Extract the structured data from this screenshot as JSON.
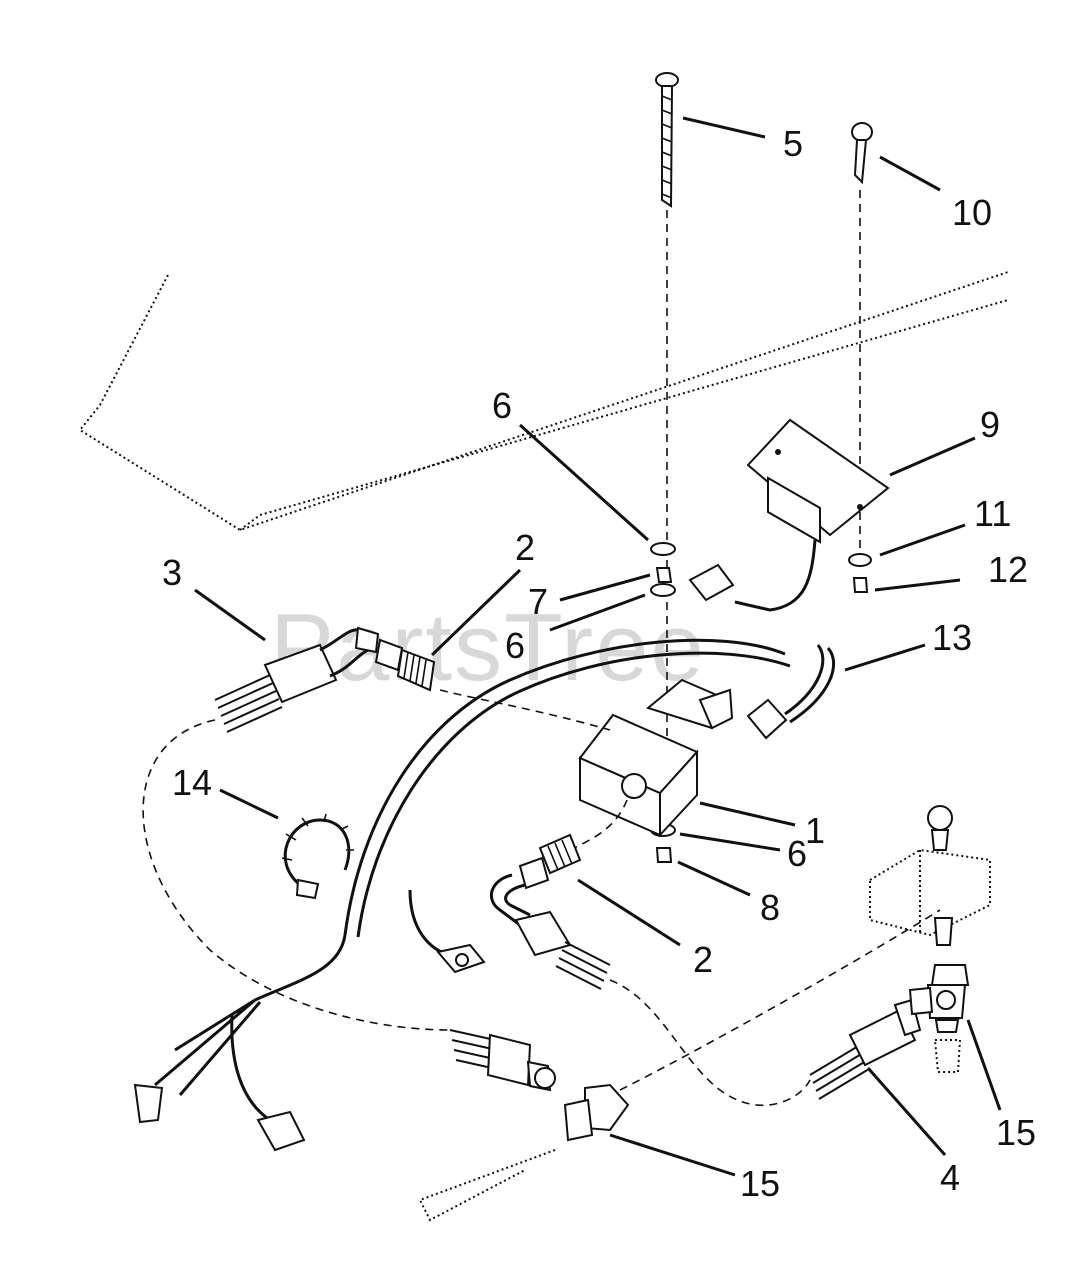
{
  "watermark": "PartsTree",
  "callouts": [
    {
      "id": "c5",
      "text": "5"
    },
    {
      "id": "c10",
      "text": "10"
    },
    {
      "id": "c9",
      "text": "9"
    },
    {
      "id": "c6a",
      "text": "6"
    },
    {
      "id": "c11",
      "text": "11"
    },
    {
      "id": "c12",
      "text": "12"
    },
    {
      "id": "c2a",
      "text": "2"
    },
    {
      "id": "c3",
      "text": "3"
    },
    {
      "id": "c7",
      "text": "7"
    },
    {
      "id": "c6b",
      "text": "6"
    },
    {
      "id": "c13",
      "text": "13"
    },
    {
      "id": "c14",
      "text": "14"
    },
    {
      "id": "c1",
      "text": "1"
    },
    {
      "id": "c6c",
      "text": "6"
    },
    {
      "id": "c8",
      "text": "8"
    },
    {
      "id": "c2b",
      "text": "2"
    },
    {
      "id": "c15a",
      "text": "15"
    },
    {
      "id": "c4",
      "text": "4"
    },
    {
      "id": "c15b",
      "text": "15"
    }
  ]
}
